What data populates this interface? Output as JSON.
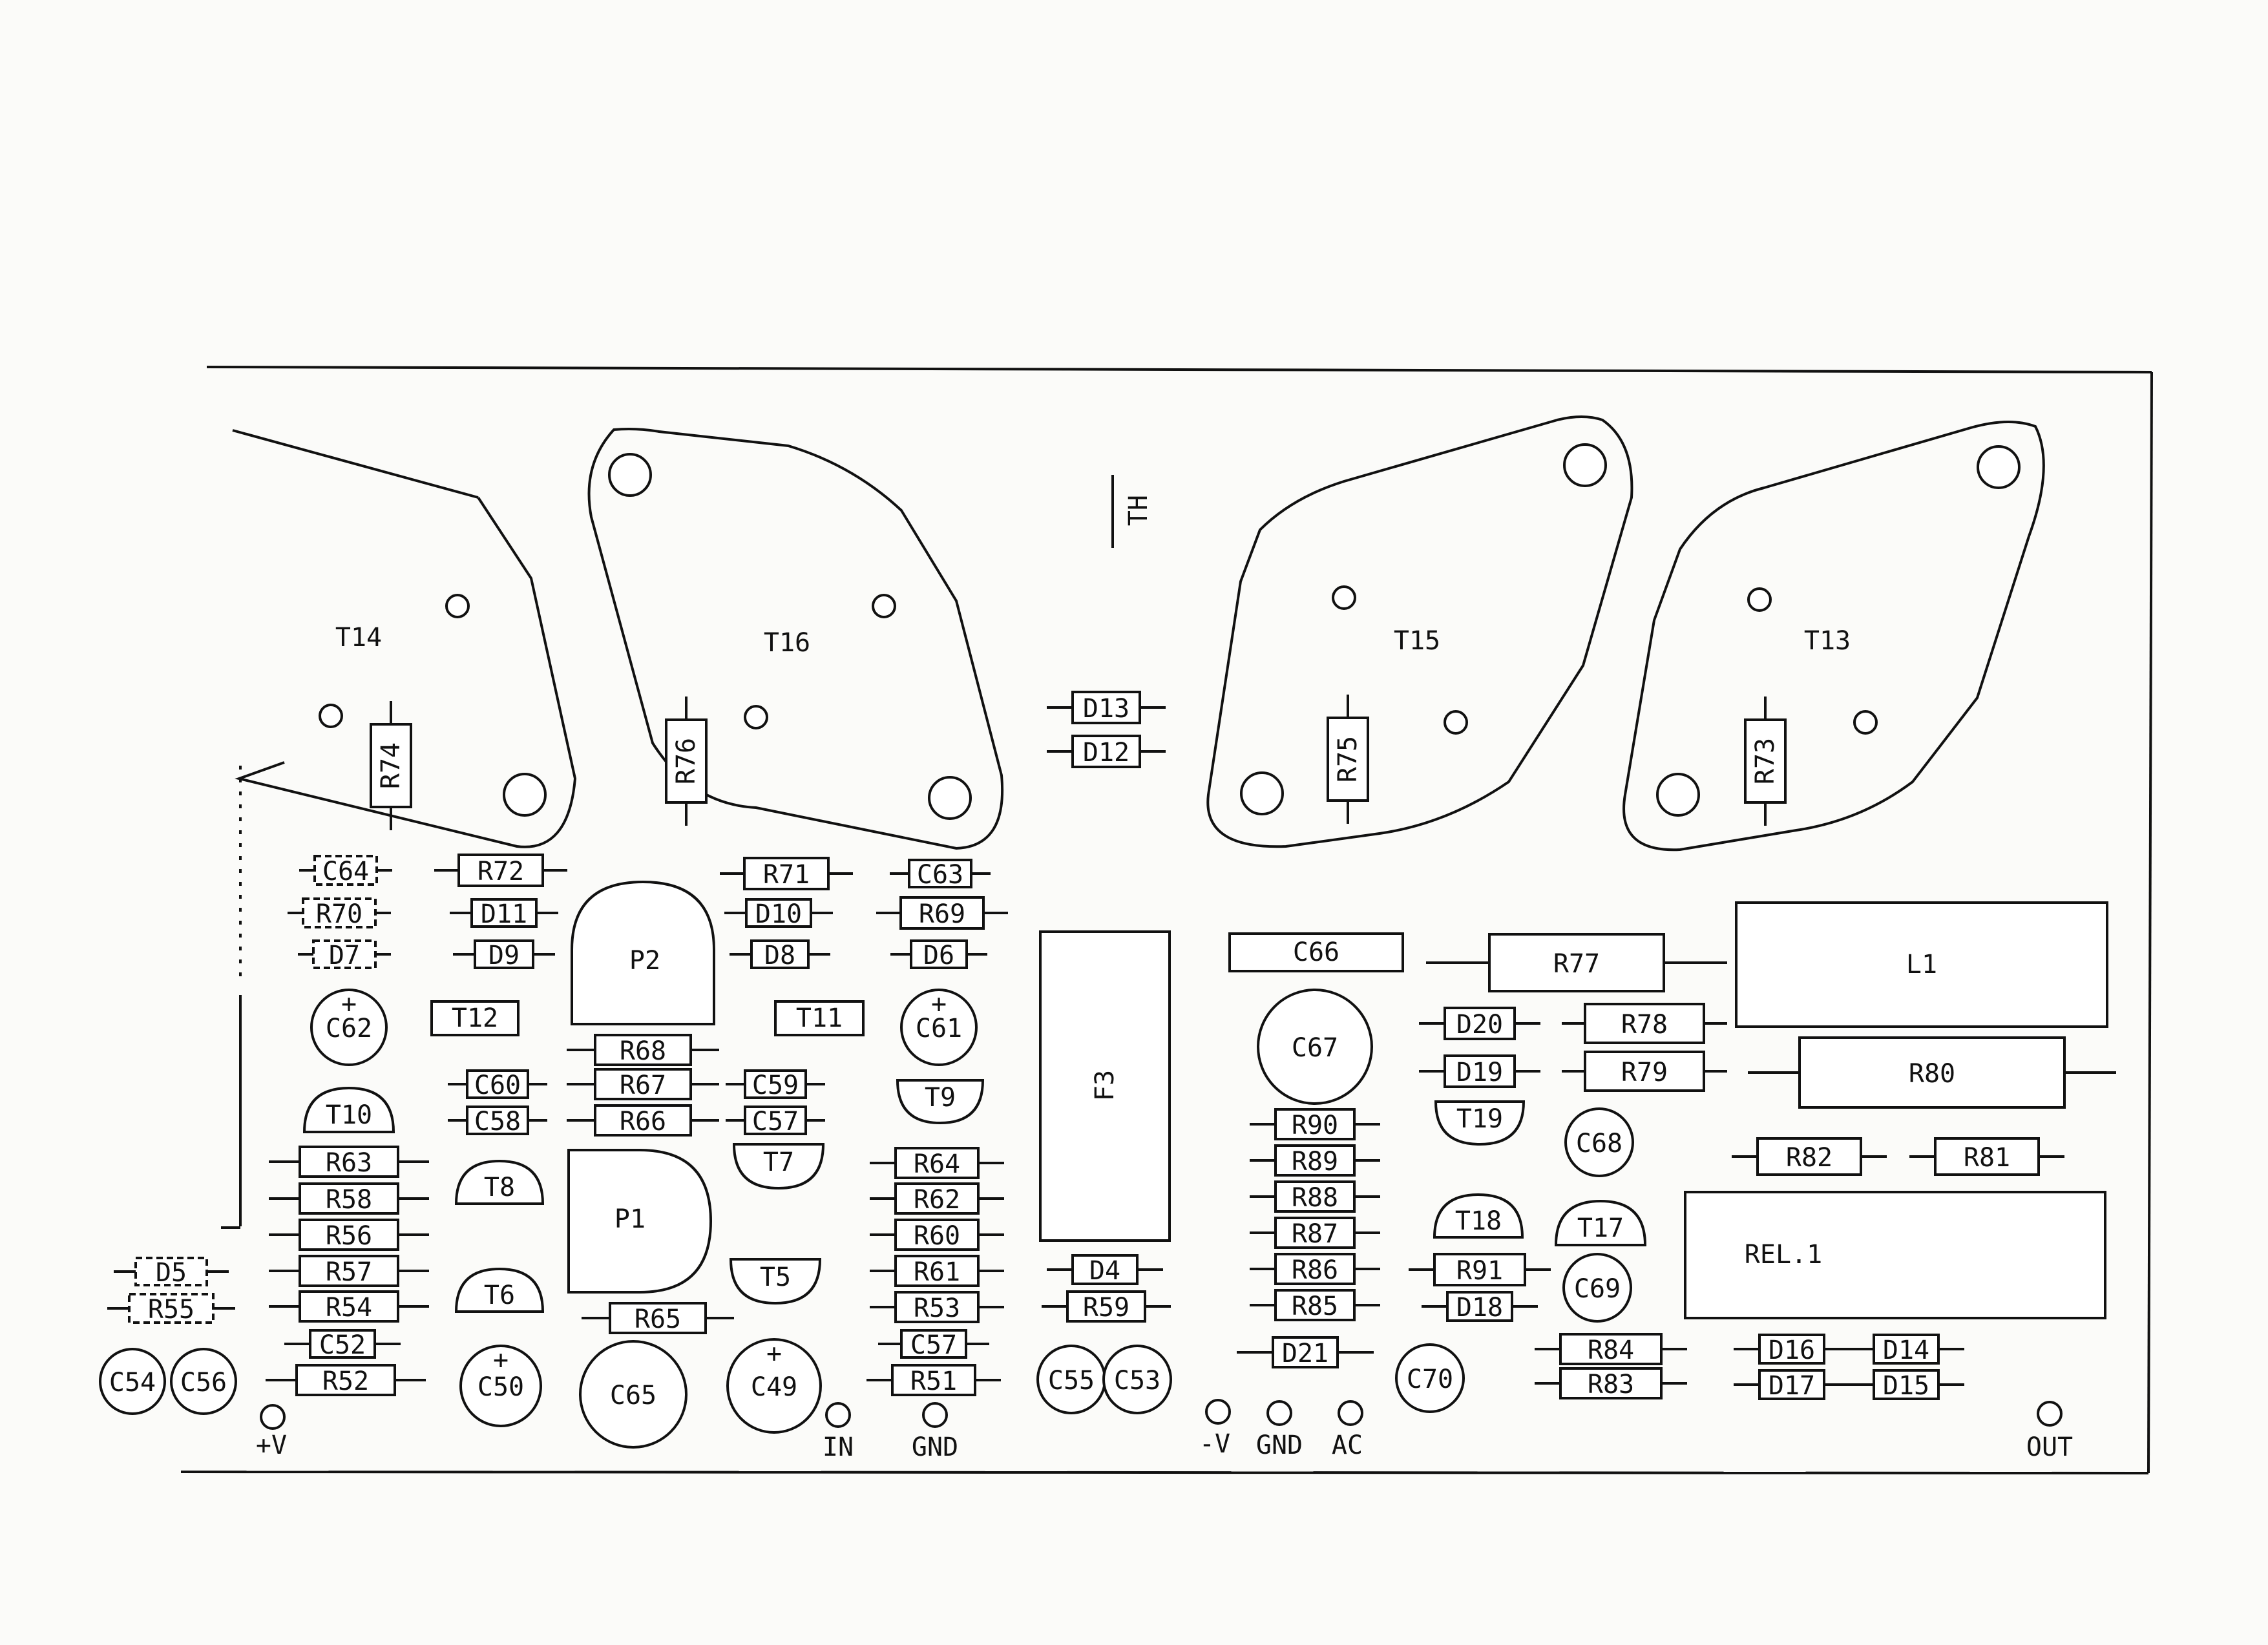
{
  "transistors_power": [
    {
      "id": "t14",
      "label": "T14"
    },
    {
      "id": "t16",
      "label": "T16"
    },
    {
      "id": "t15",
      "label": "T15"
    },
    {
      "id": "t13",
      "label": "T13"
    }
  ],
  "th_label": "TH",
  "resistors": {
    "r74": "R74",
    "r76": "R76",
    "r75": "R75",
    "r73": "R73",
    "r72": "R72",
    "r71": "R71",
    "r70": "R70",
    "r69": "R69",
    "r68": "R68",
    "r67": "R67",
    "r66": "R66",
    "r65": "R65",
    "r64": "R64",
    "r63": "R63",
    "r62": "R62",
    "r61": "R61",
    "r60": "R60",
    "r59": "R59",
    "r58": "R58",
    "r57": "R57",
    "r56": "R56",
    "r55": "R55",
    "r54": "R54",
    "r53": "R53",
    "r52": "R52",
    "r51": "R51",
    "r77": "R77",
    "r78": "R78",
    "r79": "R79",
    "r80": "R80",
    "r81": "R81",
    "r82": "R82",
    "r83": "R83",
    "r84": "R84",
    "r85": "R85",
    "r86": "R86",
    "r87": "R87",
    "r88": "R88",
    "r89": "R89",
    "r90": "R90",
    "r91": "R91"
  },
  "diodes": {
    "d4": "D4",
    "d5": "D5",
    "d6": "D6",
    "d7": "D7",
    "d8": "D8",
    "d9": "D9",
    "d10": "D10",
    "d11": "D11",
    "d12": "D12",
    "d13": "D13",
    "d14": "D14",
    "d15": "D15",
    "d16": "D16",
    "d17": "D17",
    "d18": "D18",
    "d19": "D19",
    "d20": "D20",
    "d21": "D21"
  },
  "capacitors": {
    "c64": "C64",
    "c63": "C63",
    "c60": "C60",
    "c58": "C58",
    "c59": "C59",
    "c57a": "C57",
    "c57b": "C57",
    "c52": "C52",
    "c66": "C66",
    "c62": "C62",
    "c61": "C61",
    "c67": "C67",
    "c68": "C68",
    "c69": "C69",
    "c70": "C70",
    "c50": "C50",
    "c65": "C65",
    "c49": "C49",
    "c55": "C55",
    "c53": "C53",
    "c54": "C54",
    "c56": "C56"
  },
  "small_transistors": {
    "t12": "T12",
    "t11": "T11",
    "t10": "T10",
    "t9": "T9",
    "t8": "T8",
    "t7": "T7",
    "t6": "T6",
    "t5": "T5",
    "t19": "T19",
    "t18": "T18",
    "t17": "T17"
  },
  "pots": {
    "p2": "P2",
    "p1": "P1"
  },
  "blocks": {
    "f3": "F3",
    "l1": "L1",
    "rel1": "REL.1"
  },
  "polarity_mark": "+",
  "terminals": {
    "plus_v": "+V",
    "in": "IN",
    "gnd1": "GND",
    "minus_v": "-V",
    "gnd2": "GND",
    "ac": "AC",
    "out": "OUT"
  }
}
